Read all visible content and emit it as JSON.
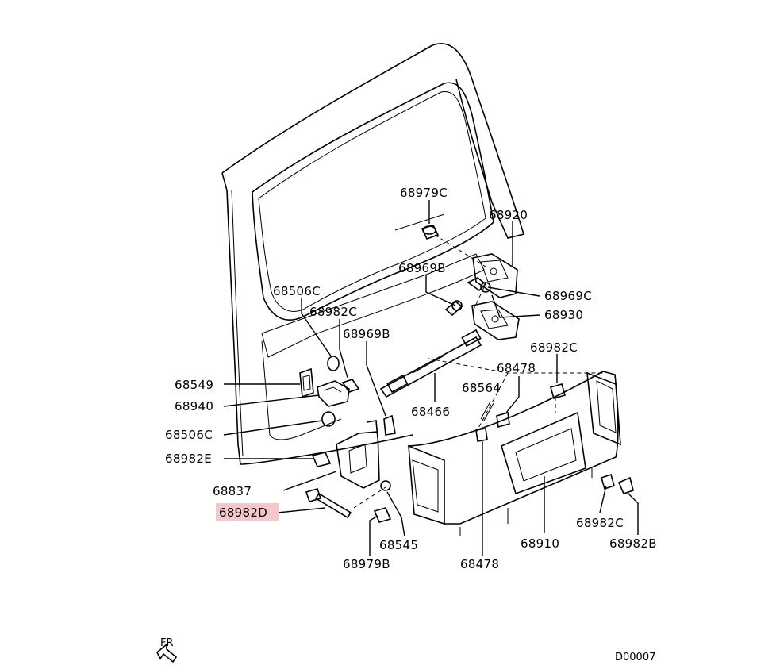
{
  "diagram": {
    "labels": {
      "p68979C_top": "68979C",
      "p68920": "68920",
      "p68969B_upper": "68969B",
      "p68969C": "68969C",
      "p68930": "68930",
      "p68506C_upper": "68506C",
      "p68982C_upper": "68982C",
      "p68969B_mid": "68969B",
      "p68549": "68549",
      "p68940": "68940",
      "p68506C_lower": "68506C",
      "p68982E": "68982E",
      "p68837": "68837",
      "p68982D": "68982D",
      "p68545": "68545",
      "p68979B": "68979B",
      "p68466": "68466",
      "p68564": "68564",
      "p68478_upper": "68478",
      "p68982C_right": "68982C",
      "p68478_lower": "68478",
      "p68910": "68910",
      "p68982C_lower": "68982C",
      "p68982B": "68982B"
    },
    "highlight_color": "#f4c7cc",
    "direction_label": "FR",
    "direction_icon": "front-arrow-icon",
    "diagram_id": "D00007"
  }
}
